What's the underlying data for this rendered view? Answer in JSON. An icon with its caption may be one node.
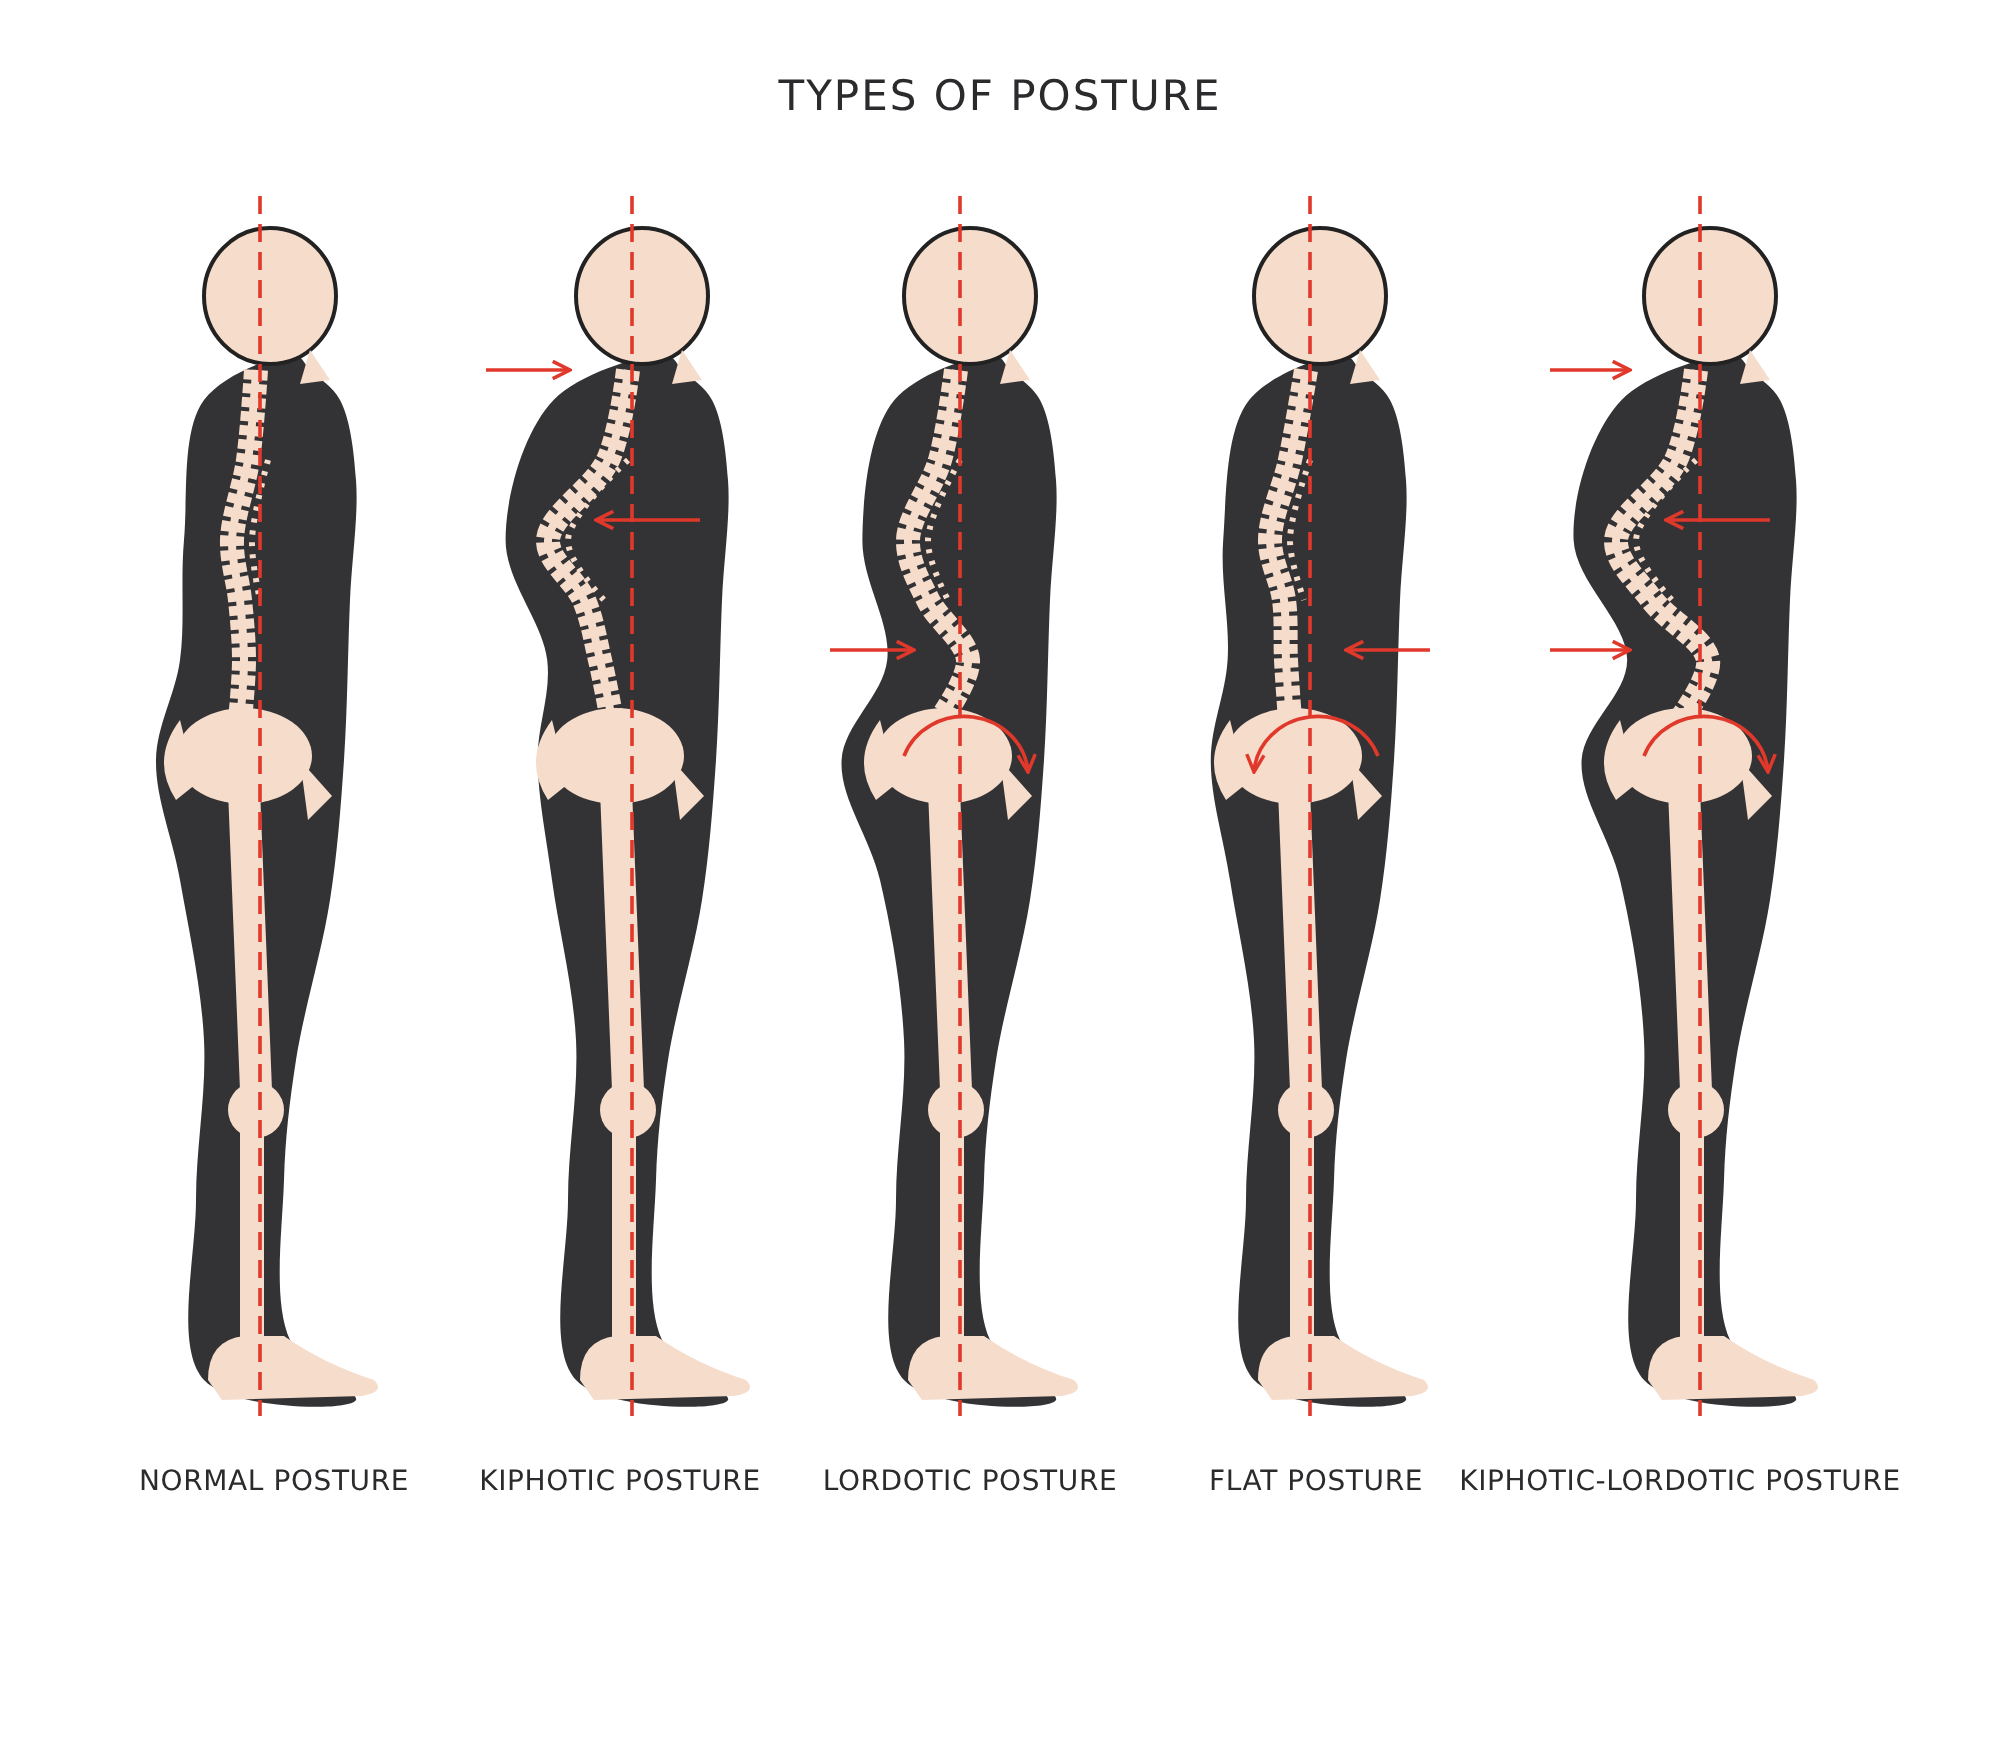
{
  "diagram": {
    "title": "TYPES OF POSTURE",
    "labels": [
      "NORMAL POSTURE",
      "KIPHOTIC POSTURE",
      "LORDOTIC POSTURE",
      "FLAT POSTURE",
      "KIPHOTIC-LORDOTIC POSTURE"
    ]
  }
}
